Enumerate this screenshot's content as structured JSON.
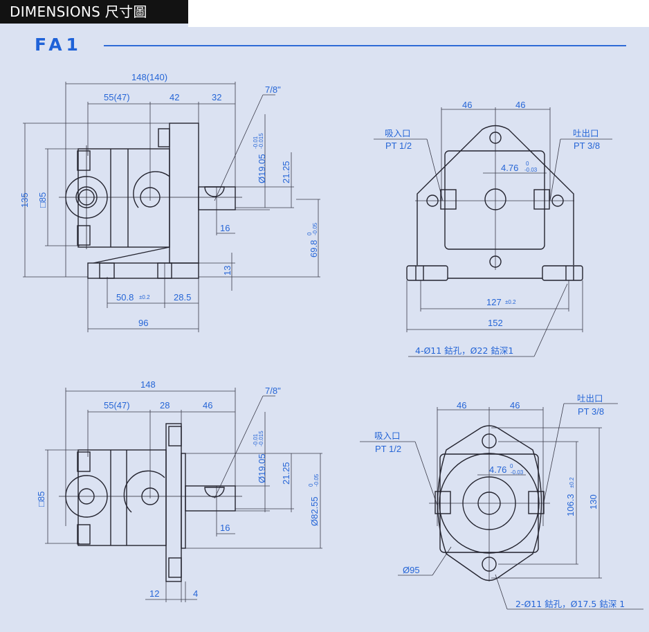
{
  "header": {
    "title": "DIMENSIONS 尺寸圖"
  },
  "model": "FA1",
  "views": {
    "top_side": {
      "overall_length": "148(140)",
      "seg1": "55(47)",
      "seg2": "42",
      "seg3": "32",
      "thread": "7/8\"",
      "shaft_dia": "Ø19.05",
      "shaft_tol_up": "-0.01",
      "shaft_tol_low": "-0.015",
      "key_height": "21.25",
      "height": "135",
      "square": "□85",
      "key_len": "16",
      "center_height": "69.8",
      "center_tol_up": "0",
      "center_tol_low": "-0.05",
      "base_thk": "13",
      "hole_pitch": "50.8",
      "hole_pitch_tol": "±0.2",
      "hole_offset": "28.5",
      "base_len": "96"
    },
    "top_front": {
      "half_left": "46",
      "half_right": "46",
      "inlet_label": "吸入口",
      "inlet_port": "PT 1/2",
      "outlet_label": "吐出口",
      "outlet_port": "PT 3/8",
      "key_width": "4.76",
      "key_tol_up": "0",
      "key_tol_low": "-0.03",
      "hole_pitch": "127",
      "hole_pitch_tol": "±0.2",
      "width": "152",
      "holes_note": "4-Ø11  鈷孔，Ø22 鈷深1"
    },
    "bottom_side": {
      "overall_length": "148",
      "seg1": "55(47)",
      "seg2": "28",
      "seg3": "46",
      "thread": "7/8\"",
      "shaft_dia": "Ø19.05",
      "shaft_tol_up": "-0.01",
      "shaft_tol_low": "-0.015",
      "key_height": "21.25",
      "pilot_dia": "Ø82.55",
      "pilot_tol_up": "0",
      "pilot_tol_low": "-0.05",
      "key_len": "16",
      "square": "□85",
      "flange_offset": "12",
      "flange_thk": "4"
    },
    "bottom_front": {
      "half_left": "46",
      "half_right": "46",
      "inlet_label": "吸入口",
      "inlet_port": "PT 1/2",
      "outlet_label": "吐出口",
      "outlet_port": "PT 3/8",
      "key_width": "4.76",
      "key_tol_up": "0",
      "key_tol_low": "-0.03",
      "hole_pitch": "106.3",
      "hole_pitch_tol": "±0.2",
      "height": "130",
      "body_dia": "Ø95",
      "holes_note": "2-Ø11 鈷孔，Ø17.5 鈷深 1"
    }
  }
}
